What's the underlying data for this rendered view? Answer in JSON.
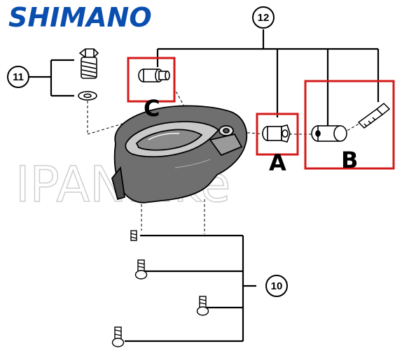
{
  "brand": {
    "name": "SHIMANO",
    "color": "#0a4fb0"
  },
  "watermark": {
    "text": "IPANBike",
    "color": "#d9d9d9"
  },
  "highlight_color": "#d41a1a",
  "callouts": {
    "c10": "10",
    "c11": "11",
    "c12": "12"
  },
  "markers": {
    "a": "A",
    "b": "B",
    "c": "C"
  }
}
